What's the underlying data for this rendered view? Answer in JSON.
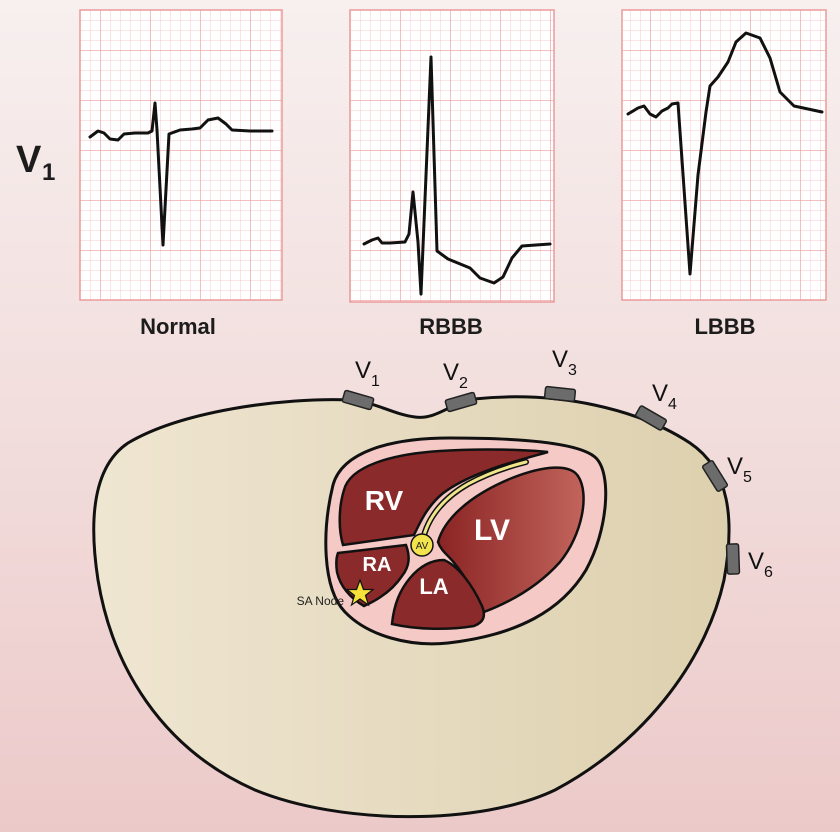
{
  "lead_label": {
    "main": "V",
    "sub": "1"
  },
  "panels": [
    {
      "id": "normal",
      "caption": "Normal"
    },
    {
      "id": "rbbb",
      "caption": "RBBB"
    },
    {
      "id": "lbbb",
      "caption": "LBBB"
    }
  ],
  "electrodes": [
    {
      "main": "V",
      "sub": "1"
    },
    {
      "main": "V",
      "sub": "2"
    },
    {
      "main": "V",
      "sub": "3"
    },
    {
      "main": "V",
      "sub": "4"
    },
    {
      "main": "V",
      "sub": "5"
    },
    {
      "main": "V",
      "sub": "6"
    }
  ],
  "heart": {
    "rv": "RV",
    "lv": "LV",
    "ra": "RA",
    "la": "LA",
    "av": "AV",
    "sa_node": "SA Node"
  },
  "colors": {
    "grid_line": "#f2b6b6",
    "grid_major": "#e88f8f",
    "trace": "#111111",
    "torso": "#e7dcc3",
    "pericardium": "#f4c6c3",
    "myocardium": "#8a2a2a",
    "conduction": "#efe68a"
  }
}
